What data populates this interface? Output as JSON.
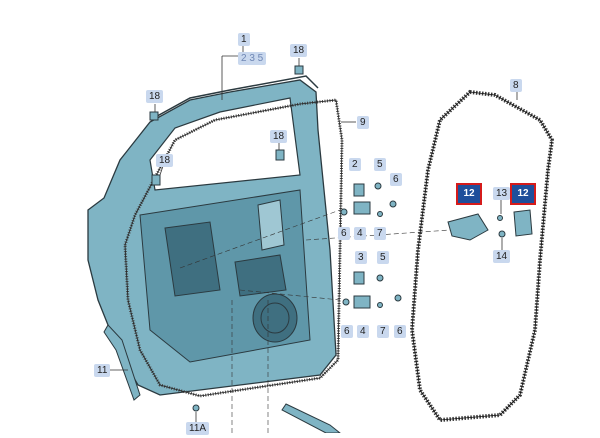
{
  "colors": {
    "door_fill": "#7fb4c4",
    "door_shade": "#5f97a9",
    "door_stroke": "#2b3a40",
    "seal": "#4a4a4a",
    "label_bg": "#c9d8ee",
    "badge_bg": "#1f4f9b",
    "badge_border": "#d51b1b"
  },
  "labels": {
    "l1": "1",
    "l1_refs": "2 3 5",
    "l18a": "18",
    "l18b": "18",
    "l18c": "18",
    "l18d": "18",
    "l9": "9",
    "l8": "8",
    "l2": "2",
    "l5a": "5",
    "l6a": "6",
    "l6b": "6",
    "l4a": "4",
    "l7a": "7",
    "l3": "3",
    "l5b": "5",
    "l6c": "6",
    "l4b": "4",
    "l7b": "7",
    "l6d": "6",
    "l13": "13",
    "l14": "14",
    "l11": "11",
    "l11a": "11A"
  },
  "badges": {
    "b1": "12",
    "b2": "12"
  }
}
